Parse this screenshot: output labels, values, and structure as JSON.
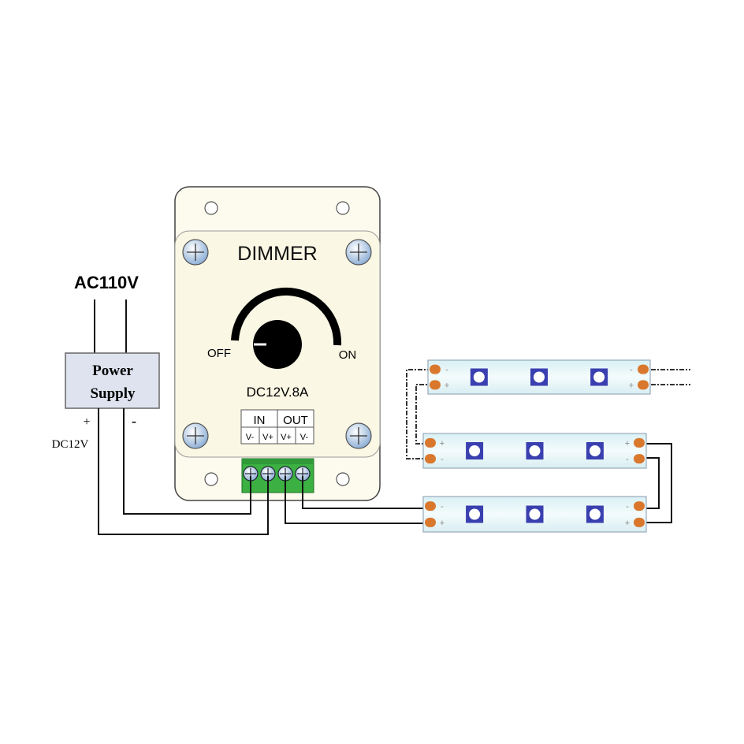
{
  "source": {
    "label": "AC110V"
  },
  "power_supply": {
    "line1": "Power",
    "line2": "Supply",
    "plus": "+",
    "minus": "-",
    "output": "DC12V"
  },
  "dimmer": {
    "title": "DIMMER",
    "off_label": "OFF",
    "on_label": "ON",
    "rating": "DC12V.8A",
    "terminal_groups": [
      "IN",
      "OUT"
    ],
    "terminals": [
      "V-",
      "V+",
      "V+",
      "V-"
    ]
  },
  "strips": [
    {
      "left_pads": [
        "-",
        "+"
      ],
      "right_pads": [
        "-",
        "+"
      ]
    },
    {
      "left_pads": [
        "+",
        "-"
      ],
      "right_pads": [
        "+",
        "-"
      ]
    },
    {
      "left_pads": [
        "-",
        "+"
      ],
      "right_pads": [
        "-",
        "+"
      ]
    }
  ],
  "colors": {
    "terminal_green": "#3cb043",
    "led_blue": "#3a3fb0",
    "pad_orange": "#d9782d",
    "strip_fill": "#e8f6f8",
    "dimmer_body": "#fdfbee"
  }
}
